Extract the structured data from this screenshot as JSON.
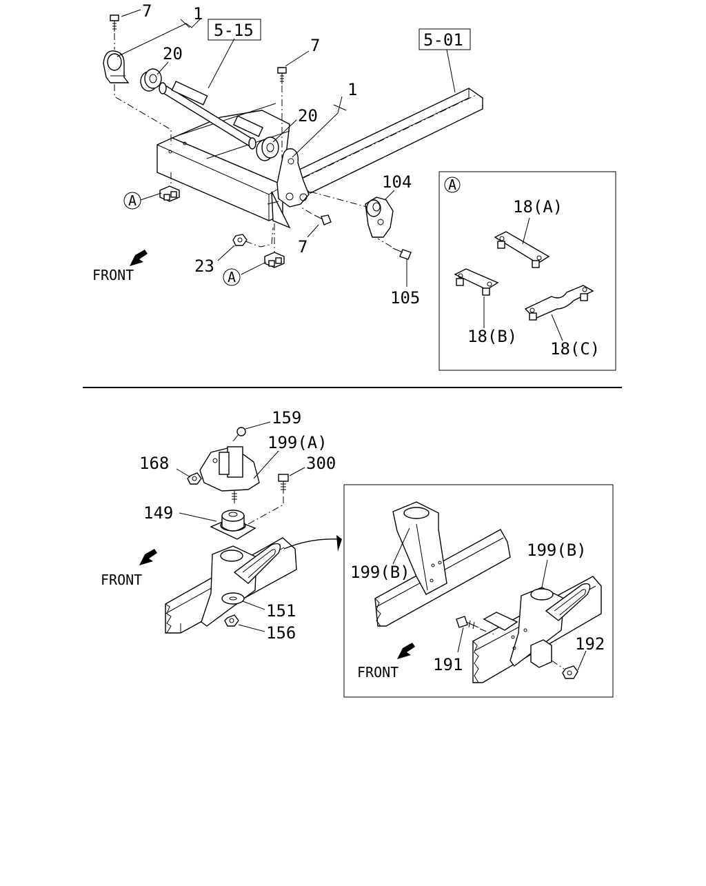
{
  "diagram": {
    "top": {
      "labels": {
        "bolt_top_left": "7",
        "bracket_left": "1",
        "ref_box_left": "5-15",
        "bushing_left": "20",
        "bolt_center": "7",
        "ref_box_right": "5-01",
        "bracket_center": "1",
        "bushing_center": "20",
        "bracket_104": "104",
        "bolt_lower": "7",
        "nut_23": "23",
        "bolt_105": "105",
        "front": "FRONT",
        "callout_a_left": "A",
        "callout_a_bottom": "A"
      },
      "inset": {
        "callout": "A",
        "label_a": "18(A)",
        "label_b": "18(B)",
        "label_c": "18(C)"
      }
    },
    "bottom": {
      "labels": {
        "bolt_159": "159",
        "bracket_199a": "199(A)",
        "nut_168": "168",
        "bolt_300": "300",
        "mount_149": "149",
        "front": "FRONT",
        "washer_151": "151",
        "nut_156": "156"
      },
      "inset": {
        "label_199b_left": "199(B)",
        "label_199b_right": "199(B)",
        "bolt_191": "191",
        "nut_192": "192",
        "front": "FRONT"
      }
    }
  }
}
